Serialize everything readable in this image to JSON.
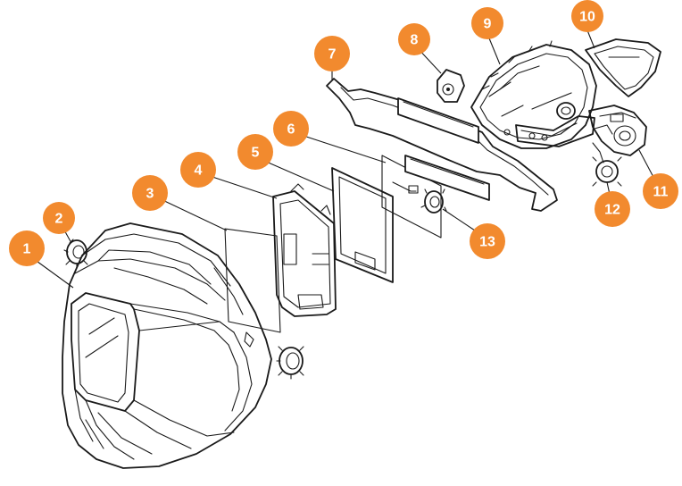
{
  "accent_color": "#F28A2E",
  "callouts": [
    {
      "id": "1",
      "label": "1"
    },
    {
      "id": "2",
      "label": "2"
    },
    {
      "id": "3",
      "label": "3"
    },
    {
      "id": "4",
      "label": "4"
    },
    {
      "id": "5",
      "label": "5"
    },
    {
      "id": "6",
      "label": "6"
    },
    {
      "id": "7",
      "label": "7"
    },
    {
      "id": "8",
      "label": "8"
    },
    {
      "id": "9",
      "label": "9"
    },
    {
      "id": "10",
      "label": "10"
    },
    {
      "id": "11",
      "label": "11"
    },
    {
      "id": "12",
      "label": "12"
    },
    {
      "id": "13",
      "label": "13"
    }
  ]
}
